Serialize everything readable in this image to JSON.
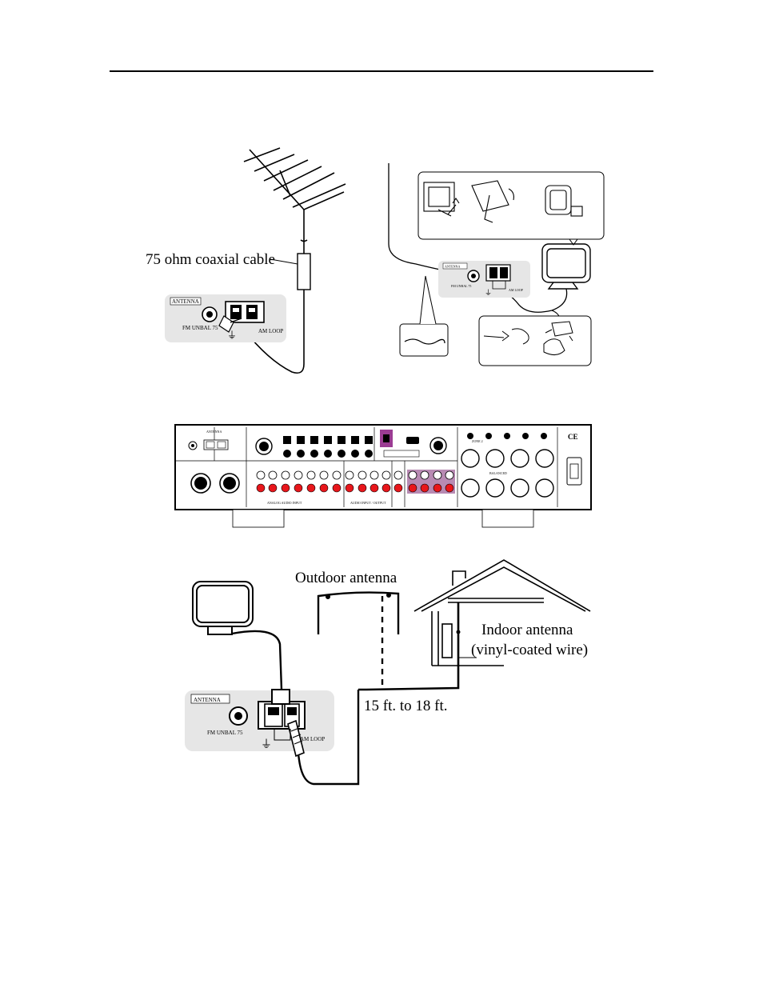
{
  "fig1": {
    "coax_label": "75 ohm coaxial cable",
    "panel": {
      "title": "ANTENNA",
      "fm": "FM UNBAL 75",
      "am": "AM LOOP"
    }
  },
  "fig2": {
    "panel": {
      "title": "ANTENNA",
      "fm": "FM UNBAL 75",
      "am": "AM LOOP"
    }
  },
  "fig3": {
    "labels": {
      "antenna": "ANTENNA",
      "analog_audio_input": "ANALOG AUDIO INPUT",
      "audio_input_output": "AUDIO INPUT / OUTPUT",
      "balanced": "BALANCED",
      "ce": "CE",
      "zone2": "ZONE 2"
    }
  },
  "fig4": {
    "outdoor": "Outdoor antenna",
    "indoor_line1": "Indoor antenna",
    "indoor_line2": "(vinyl-coated wire)",
    "distance": "15 ft. to 18 ft.",
    "panel": {
      "title": "ANTENNA",
      "fm": "FM UNBAL 75",
      "am": "AM LOOP"
    }
  }
}
